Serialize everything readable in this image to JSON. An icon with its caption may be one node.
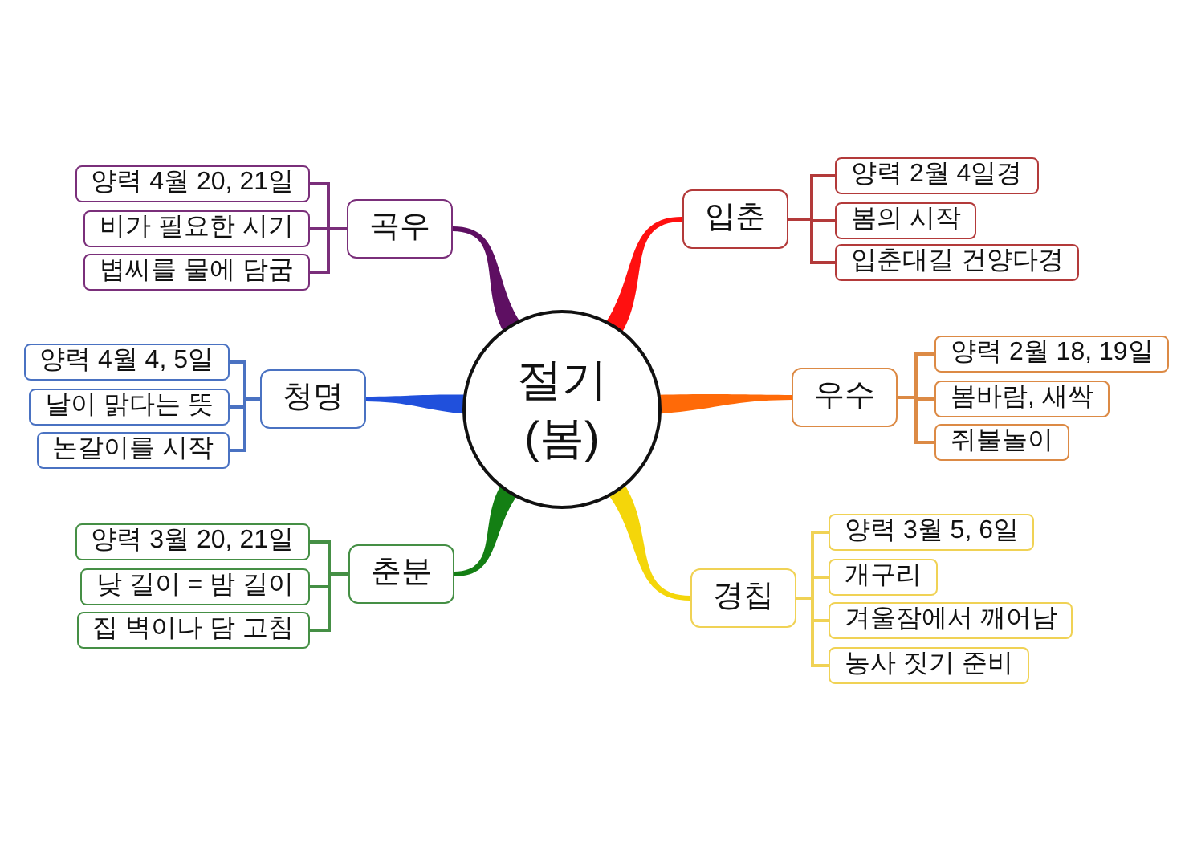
{
  "diagram": {
    "nodes": [
      {
        "text": [
          "절기 (봄)"
        ]
      },
      {
        "text": [
          "입춘"
        ]
      },
      {
        "text": [
          "양력 2월 4일경"
        ]
      },
      {
        "text": [
          "봄의 시작"
        ]
      },
      {
        "text": [
          "입춘대길 건양다경"
        ]
      },
      {
        "text": [
          "우수"
        ]
      },
      {
        "text": [
          "양력 2월 18, 19일"
        ]
      },
      {
        "text": [
          "봄바람, 새싹"
        ]
      },
      {
        "text": [
          "쥐불놀이"
        ]
      },
      {
        "text": [
          "경칩"
        ]
      },
      {
        "text": [
          "양력 3월 5, 6일"
        ]
      },
      {
        "text": [
          "개구리"
        ]
      },
      {
        "text": [
          "겨울잠에서 깨어남"
        ]
      },
      {
        "text": [
          "농사 짓기 준비"
        ]
      },
      {
        "text": [
          "춘분"
        ]
      },
      {
        "text": [
          "양력 3월 20, 21일"
        ]
      },
      {
        "text": [
          "낮 길이 = 밤 길이"
        ]
      },
      {
        "text": [
          "집 벽이나 담 고침"
        ]
      },
      {
        "text": [
          "청명"
        ]
      },
      {
        "text": [
          "양력 4월 4, 5일"
        ]
      },
      {
        "text": [
          "날이 맑다는 뜻"
        ]
      },
      {
        "text": [
          "논갈이를 시작"
        ]
      },
      {
        "text": [
          "곡우"
        ]
      },
      {
        "text": [
          "양력 4월 20, 21일"
        ]
      },
      {
        "text": [
          "비가 필요한 시기"
        ]
      },
      {
        "text": [
          "볍씨를 물에 담굼"
        ]
      }
    ],
    "edges": [
      {
        "from": 0,
        "to": 1,
        "arrow": "none",
        "style": "thick",
        "color": "#ff1010"
      },
      {
        "from": 1,
        "to": 2,
        "arrow": "none",
        "color": "#b33a3a"
      },
      {
        "from": 1,
        "to": 3,
        "arrow": "none",
        "color": "#b33a3a"
      },
      {
        "from": 1,
        "to": 4,
        "arrow": "none",
        "color": "#b33a3a"
      },
      {
        "from": 0,
        "to": 5,
        "arrow": "none",
        "style": "thick",
        "color": "#ff6a08"
      },
      {
        "from": 5,
        "to": 6,
        "arrow": "none",
        "color": "#dc8a45"
      },
      {
        "from": 5,
        "to": 7,
        "arrow": "none",
        "color": "#dc8a45"
      },
      {
        "from": 5,
        "to": 8,
        "arrow": "none",
        "color": "#dc8a45"
      },
      {
        "from": 0,
        "to": 9,
        "arrow": "none",
        "style": "thick",
        "color": "#f4d60a"
      },
      {
        "from": 9,
        "to": 10,
        "arrow": "none",
        "color": "#f0d255"
      },
      {
        "from": 9,
        "to": 11,
        "arrow": "none",
        "color": "#f0d255"
      },
      {
        "from": 9,
        "to": 12,
        "arrow": "none",
        "color": "#f0d255"
      },
      {
        "from": 9,
        "to": 13,
        "arrow": "none",
        "color": "#f0d255"
      },
      {
        "from": 0,
        "to": 14,
        "arrow": "none",
        "style": "thick",
        "color": "#147f14"
      },
      {
        "from": 14,
        "to": 15,
        "arrow": "none",
        "color": "#458f45"
      },
      {
        "from": 14,
        "to": 16,
        "arrow": "none",
        "color": "#458f45"
      },
      {
        "from": 14,
        "to": 17,
        "arrow": "none",
        "color": "#458f45"
      },
      {
        "from": 0,
        "to": 18,
        "arrow": "none",
        "style": "thick",
        "color": "#2050dc"
      },
      {
        "from": 18,
        "to": 19,
        "arrow": "none",
        "color": "#4a72c2"
      },
      {
        "from": 18,
        "to": 20,
        "arrow": "none",
        "color": "#4a72c2"
      },
      {
        "from": 18,
        "to": 21,
        "arrow": "none",
        "color": "#4a72c2"
      },
      {
        "from": 0,
        "to": 22,
        "arrow": "none",
        "style": "thick",
        "color": "#5e0f62"
      },
      {
        "from": 22,
        "to": 23,
        "arrow": "none",
        "color": "#7a2f7a"
      },
      {
        "from": 22,
        "to": 24,
        "arrow": "none",
        "color": "#7a2f7a"
      },
      {
        "from": 22,
        "to": 25,
        "arrow": "none",
        "color": "#7a2f7a"
      }
    ]
  }
}
